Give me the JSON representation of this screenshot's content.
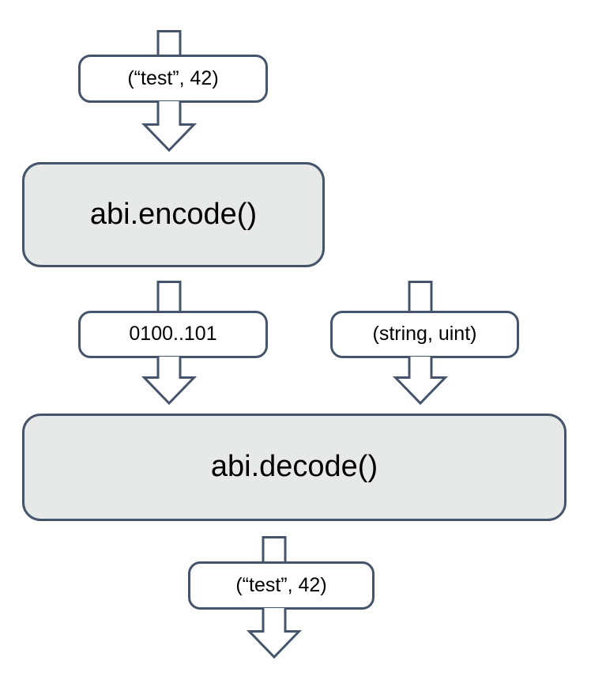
{
  "diagram": {
    "title": "abi.encode / abi.decode data flow",
    "background_color": "#ffffff",
    "stroke_color": "#44546a",
    "process_fill_color": "#e7e8e8",
    "data_fill_color": "#ffffff",
    "text_color": "#000000",
    "nodes": [
      {
        "id": "input-tuple",
        "label": "(“test”, 42)",
        "role": "data",
        "shape": "rounded-rect"
      },
      {
        "id": "encode",
        "label": "abi.encode()",
        "role": "process",
        "shape": "rounded-rect"
      },
      {
        "id": "encoded-bytes",
        "label": "0100..101",
        "role": "data",
        "shape": "rounded-rect"
      },
      {
        "id": "types-tuple",
        "label": "(string, uint)",
        "role": "data",
        "shape": "rounded-rect"
      },
      {
        "id": "decode",
        "label": "abi.decode()",
        "role": "process",
        "shape": "rounded-rect"
      },
      {
        "id": "output-tuple",
        "label": "(“test”, 42)",
        "role": "data",
        "shape": "rounded-rect"
      }
    ],
    "connectors": [
      {
        "id": "stub-into-input",
        "from": "external",
        "to": "input-tuple",
        "kind": "stub"
      },
      {
        "id": "input-to-encode",
        "from": "input-tuple",
        "to": "encode",
        "kind": "block-arrow-down"
      },
      {
        "id": "stub-into-bytes",
        "from": "encode",
        "to": "encoded-bytes",
        "kind": "stub"
      },
      {
        "id": "stub-into-types",
        "from": "external",
        "to": "types-tuple",
        "kind": "stub"
      },
      {
        "id": "bytes-to-decode",
        "from": "encoded-bytes",
        "to": "decode",
        "kind": "block-arrow-down"
      },
      {
        "id": "types-to-decode",
        "from": "types-tuple",
        "to": "decode",
        "kind": "block-arrow-down"
      },
      {
        "id": "stub-into-output",
        "from": "decode",
        "to": "output-tuple",
        "kind": "stub"
      },
      {
        "id": "output-to-exit",
        "from": "output-tuple",
        "to": "external",
        "kind": "block-arrow-down"
      }
    ]
  }
}
